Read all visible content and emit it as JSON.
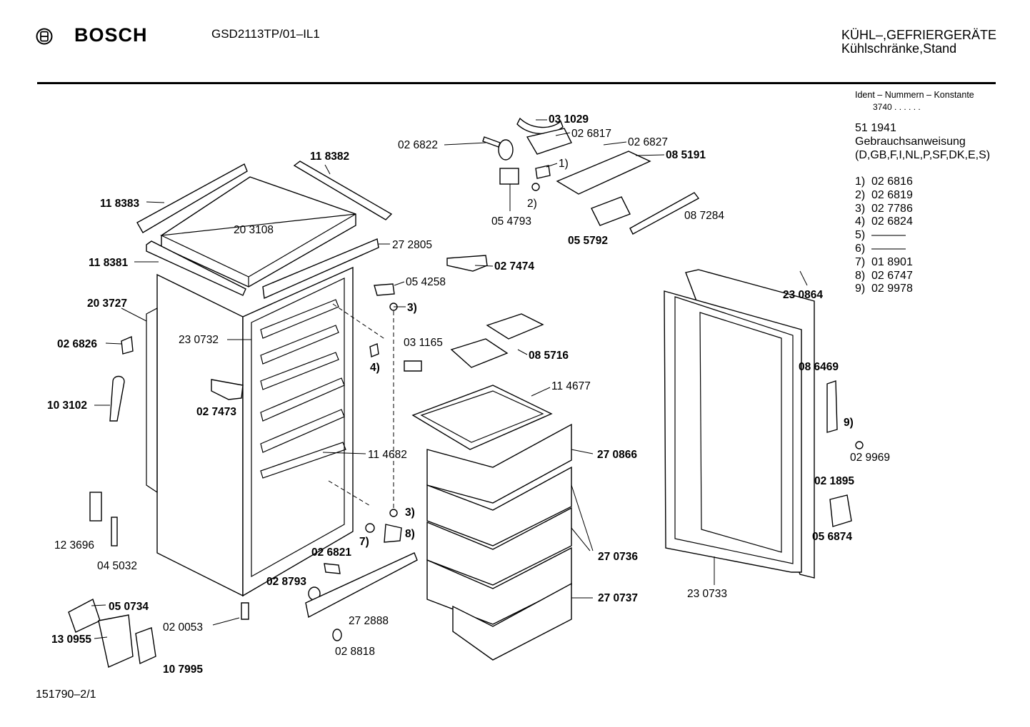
{
  "header": {
    "brand": "BOSCH",
    "model": "GSD2113TP/01–IL1",
    "category_line1": "KÜHL–,GEFRIERGERÄTE",
    "category_line2": "Kühlschränke,Stand"
  },
  "sidebar": {
    "ident_heading": "Ident – Nummern – Konstante",
    "ident_constant": "3740  .  .    .  .  .  .",
    "manual_number": "51 1941",
    "manual_title": "Gebrauchsanweisung",
    "manual_languages": "(D,GB,F,I,NL,P,SF,DK,E,S)",
    "footnotes": [
      {
        "num": "1)",
        "part": "02 6816"
      },
      {
        "num": "2)",
        "part": "02 6819"
      },
      {
        "num": "3)",
        "part": "02 7786"
      },
      {
        "num": "4)",
        "part": "02 6824"
      },
      {
        "num": "5)",
        "part": "———"
      },
      {
        "num": "6)",
        "part": "———"
      },
      {
        "num": "7)",
        "part": "01 8901"
      },
      {
        "num": "8)",
        "part": "02 6747"
      },
      {
        "num": "9)",
        "part": "02 9978"
      }
    ]
  },
  "footer": {
    "drawing_number": "151790–2/1"
  },
  "parts": [
    {
      "id": "p031029",
      "text": "03 1029",
      "bold": true
    },
    {
      "id": "p026817",
      "text": "02 6817",
      "bold": false
    },
    {
      "id": "p026822",
      "text": "02 6822",
      "bold": false
    },
    {
      "id": "p026827",
      "text": "02 6827",
      "bold": false
    },
    {
      "id": "p085191",
      "text": "08 5191",
      "bold": true
    },
    {
      "id": "fn1",
      "text": "1)",
      "bold": false
    },
    {
      "id": "fn2",
      "text": "2)",
      "bold": false
    },
    {
      "id": "p054793",
      "text": "05 4793",
      "bold": false
    },
    {
      "id": "p087284",
      "text": "08 7284",
      "bold": false
    },
    {
      "id": "p055792",
      "text": "05 5792",
      "bold": true
    },
    {
      "id": "p118382",
      "text": "11 8382",
      "bold": true
    },
    {
      "id": "p118383",
      "text": "11 8383",
      "bold": true
    },
    {
      "id": "p203108",
      "text": "20 3108",
      "bold": false
    },
    {
      "id": "p272805",
      "text": "27 2805",
      "bold": false
    },
    {
      "id": "p118381",
      "text": "11 8381",
      "bold": true
    },
    {
      "id": "p027474",
      "text": "02 7474",
      "bold": true
    },
    {
      "id": "p054258",
      "text": "05 4258",
      "bold": false
    },
    {
      "id": "fn3a",
      "text": "3)",
      "bold": true
    },
    {
      "id": "p203727",
      "text": "20 3727",
      "bold": true
    },
    {
      "id": "p230732",
      "text": "23 0732",
      "bold": false
    },
    {
      "id": "p026826",
      "text": "02 6826",
      "bold": true
    },
    {
      "id": "p031165",
      "text": "03 1165",
      "bold": false
    },
    {
      "id": "fn4",
      "text": "4)",
      "bold": true
    },
    {
      "id": "p085716",
      "text": "08 5716",
      "bold": true
    },
    {
      "id": "p230864",
      "text": "23 0864",
      "bold": true
    },
    {
      "id": "p086469",
      "text": "08 6469",
      "bold": true
    },
    {
      "id": "p103102",
      "text": "10 3102",
      "bold": true
    },
    {
      "id": "p027473",
      "text": "02 7473",
      "bold": true
    },
    {
      "id": "p114677",
      "text": "11 4677",
      "bold": false
    },
    {
      "id": "fn9",
      "text": "9)",
      "bold": true
    },
    {
      "id": "p029969",
      "text": "02 9969",
      "bold": false
    },
    {
      "id": "p114682",
      "text": "11 4682",
      "bold": false
    },
    {
      "id": "p270866",
      "text": "27 0866",
      "bold": true
    },
    {
      "id": "p021895",
      "text": "02 1895",
      "bold": true
    },
    {
      "id": "fn3b",
      "text": "3)",
      "bold": true
    },
    {
      "id": "fn8",
      "text": "8)",
      "bold": true
    },
    {
      "id": "fn7",
      "text": "7)",
      "bold": true
    },
    {
      "id": "p123696",
      "text": "12 3696",
      "bold": false
    },
    {
      "id": "p026821",
      "text": "02 6821",
      "bold": true
    },
    {
      "id": "p270736",
      "text": "27 0736",
      "bold": true
    },
    {
      "id": "p056874",
      "text": "05 6874",
      "bold": true
    },
    {
      "id": "p045032",
      "text": "04 5032",
      "bold": false
    },
    {
      "id": "p028793",
      "text": "02 8793",
      "bold": true
    },
    {
      "id": "p230733",
      "text": "23 0733",
      "bold": false
    },
    {
      "id": "p050734",
      "text": "05 0734",
      "bold": true
    },
    {
      "id": "p020053",
      "text": "02 0053",
      "bold": false
    },
    {
      "id": "p272888",
      "text": "27 2888",
      "bold": false
    },
    {
      "id": "p270737",
      "text": "27 0737",
      "bold": true
    },
    {
      "id": "p130955",
      "text": "13 0955",
      "bold": true
    },
    {
      "id": "p028818",
      "text": "02 8818",
      "bold": false
    },
    {
      "id": "p107995",
      "text": "10 7995",
      "bold": true
    }
  ]
}
